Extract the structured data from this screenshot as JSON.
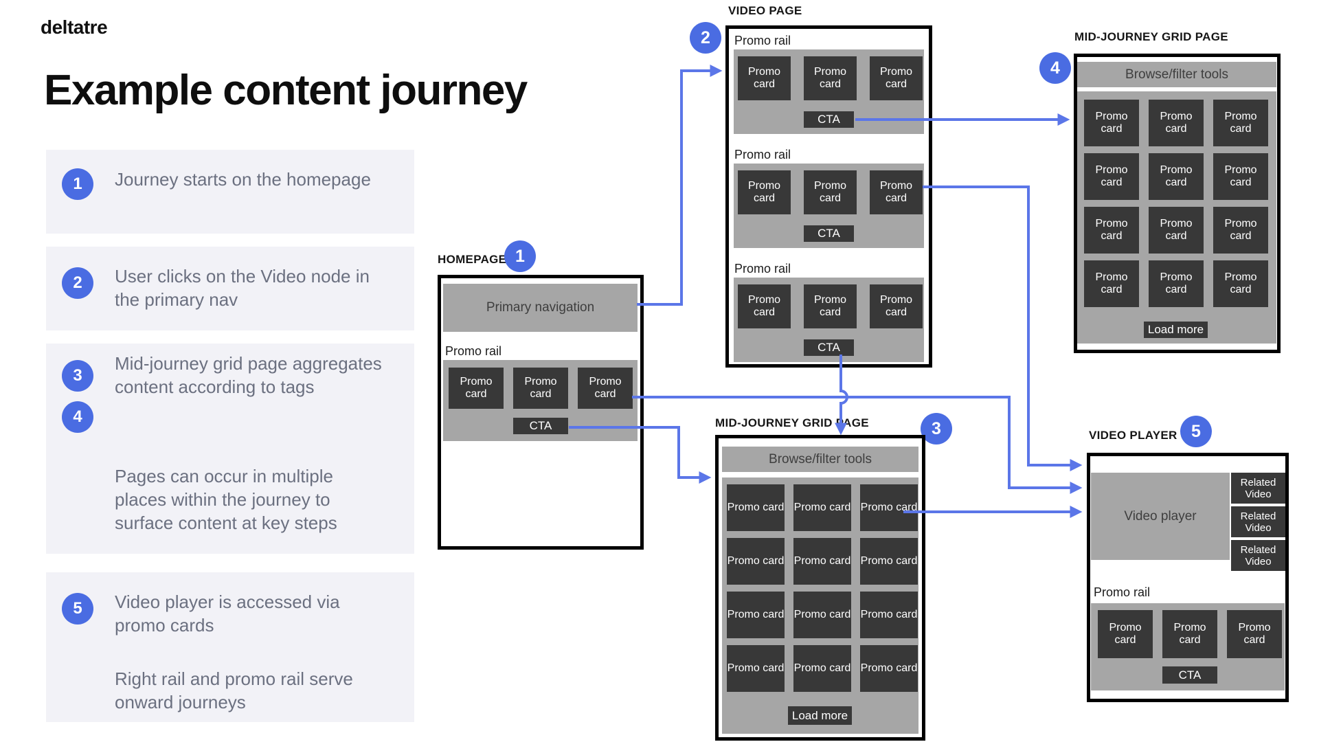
{
  "brand": {
    "logo": "deltatre"
  },
  "title": "Example content journey",
  "steps": [
    {
      "numbers": [
        "1"
      ],
      "paragraphs": [
        "Journey starts on the homepage"
      ]
    },
    {
      "numbers": [
        "2"
      ],
      "paragraphs": [
        "User clicks on the Video node in the primary nav"
      ]
    },
    {
      "numbers": [
        "3",
        "4"
      ],
      "paragraphs": [
        "Mid-journey grid page aggregates content according to tags",
        "Pages can occur in multiple places within the journey to surface content at key steps"
      ]
    },
    {
      "numbers": [
        "5"
      ],
      "paragraphs": [
        "Video player is accessed via promo cards",
        "Right rail and promo rail serve onward journeys"
      ]
    }
  ],
  "strings": {
    "promo_card": "Promo card",
    "promo_rail": "Promo rail",
    "cta": "CTA",
    "load_more": "Load more",
    "browse_tools": "Browse/filter tools",
    "related_video": "Related Video"
  },
  "wireframes": {
    "homepage": {
      "label": "HOMEPAGE",
      "badge": "1",
      "nav_label": "Primary navigation"
    },
    "video_page": {
      "label": "VIDEO PAGE",
      "badge": "2"
    },
    "grid_page_top": {
      "label": "MID-JOURNEY GRID PAGE",
      "badge": "4"
    },
    "grid_page_bottom": {
      "label": "MID-JOURNEY GRID PAGE",
      "badge": "3"
    },
    "video_player": {
      "label": "VIDEO PLAYER",
      "badge": "5",
      "player_label": "Video player"
    }
  },
  "colors": {
    "badge_blue": "#4a6ce2",
    "arrow_blue": "#5b76e8",
    "panel_bg": "#f2f2f7",
    "step_text": "#6b7080",
    "wire_gray": "#a6a6a6",
    "card_dark": "#383838"
  }
}
